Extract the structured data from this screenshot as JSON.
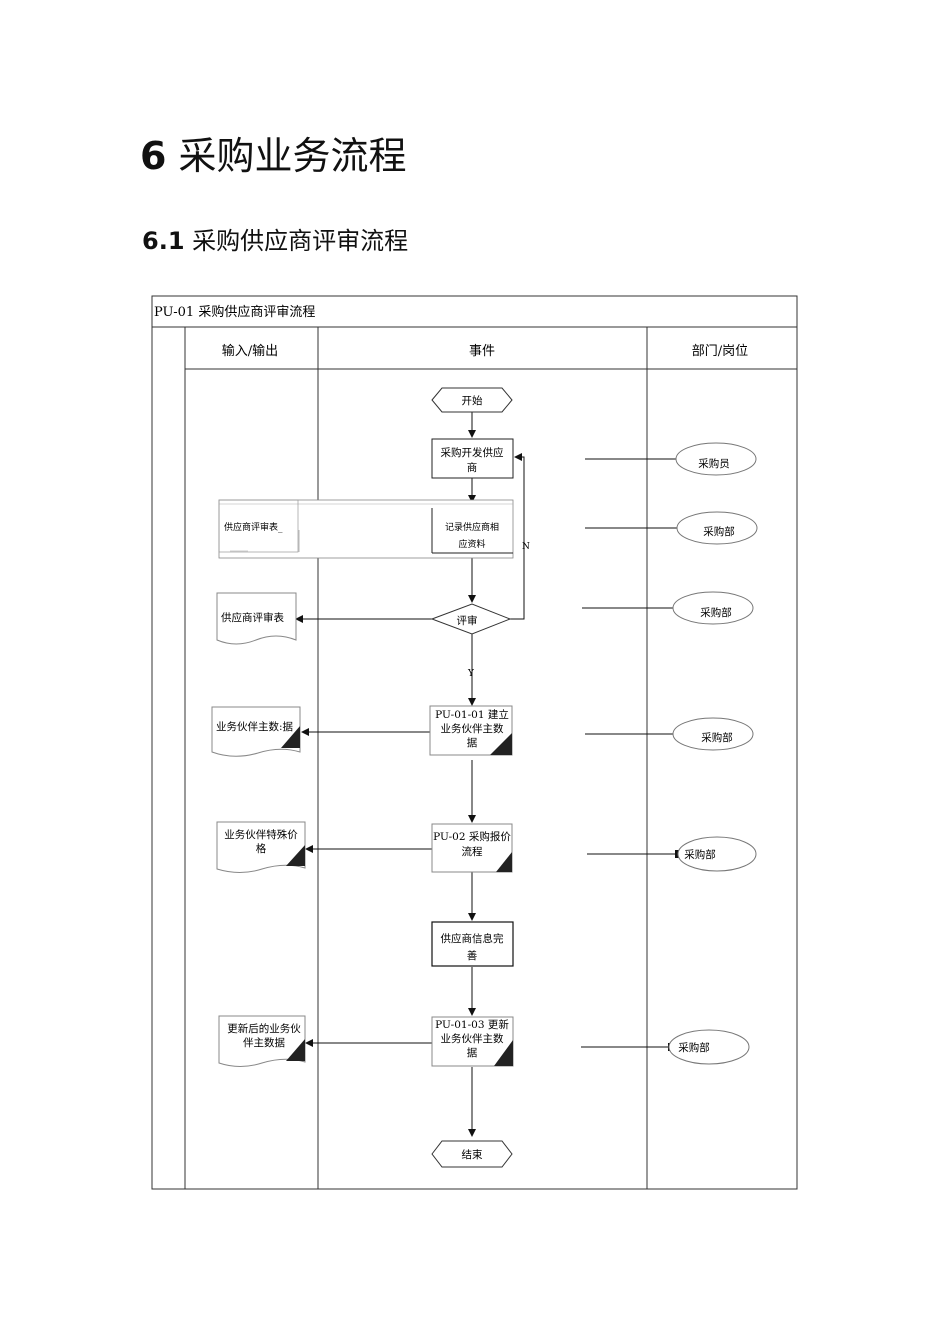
{
  "heading": {
    "number": "6",
    "title": "采购业务流程"
  },
  "subheading": {
    "number": "6.1",
    "title": "采购供应商评审流程"
  },
  "flowchart": {
    "table_title": "PU-01 采购供应商评审流程",
    "columns": {
      "io": "输入/输出",
      "events": "事件",
      "dept": "部门/岗位"
    },
    "terminals": {
      "start": "开始",
      "end": "结束"
    },
    "steps": {
      "develop_supplier": [
        "采购开发供应",
        "商"
      ],
      "record_info": [
        "记录供应商相",
        "应资料"
      ],
      "review": "评审",
      "create_master": [
        "PU-01-01 建立",
        "业务伙伴主数",
        "据"
      ],
      "quote_process": [
        "PU-02 采购报价",
        "流程"
      ],
      "info_complete": [
        "供应商信息完",
        "善"
      ],
      "update_master": [
        "PU-01-03 更新",
        "业务伙伴主数",
        "据"
      ]
    },
    "branch_labels": {
      "no": "N",
      "yes": "Y"
    },
    "documents": {
      "eval_form_ghost": "供应商评审表_",
      "eval_form": "供应商评审表",
      "partner_master": "业务伙伴主数:据",
      "partner_price": [
        "业务伙伴特殊价",
        "格"
      ],
      "updated_partner": [
        "更新后的业务伙",
        "伴主数据"
      ]
    },
    "roles": {
      "buyer": "采购员",
      "dept_1": "采购部",
      "dept_2": "采购部",
      "dept_3": "采购部",
      "dept_4": "采购部",
      "dept_5": "采购部"
    }
  }
}
